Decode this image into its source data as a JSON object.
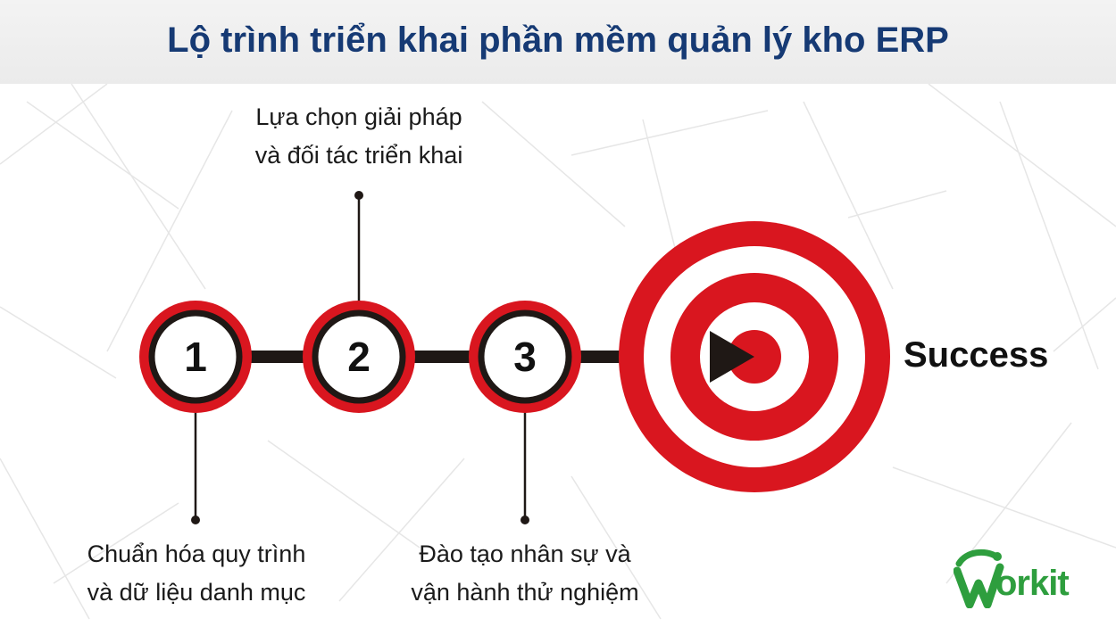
{
  "title": "Lộ trình triển khai phần mềm quản lý kho ERP",
  "steps": [
    {
      "number": "1",
      "label_lines": [
        "Chuẩn hóa quy trình",
        "và dữ liệu danh mục"
      ]
    },
    {
      "number": "2",
      "label_lines": [
        "Lựa chọn giải pháp",
        "và đối tác triển khai"
      ]
    },
    {
      "number": "3",
      "label_lines": [
        "Đào tạo nhân sự và",
        "vận hành thử nghiệm"
      ]
    }
  ],
  "goal": {
    "label": "Success"
  },
  "logo": {
    "text": "orkit",
    "initial": "W"
  },
  "colors": {
    "title": "#163a74",
    "ring": "#d9161f",
    "connector": "#1f1815",
    "text": "#111111",
    "logo": "#2e9e3e"
  },
  "icons": [
    "target-icon",
    "arrow-icon",
    "workit-logo-icon"
  ]
}
